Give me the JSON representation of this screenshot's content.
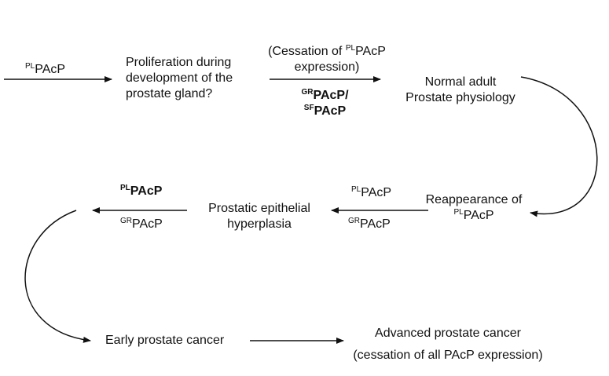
{
  "nodes": {
    "plpacp_start": {
      "sup": "PL",
      "text": "PAcP"
    },
    "proliferation": [
      "Proliferation during",
      "development of the",
      "prostate gland?"
    ],
    "cessation": {
      "line1_prefix": "(Cessation of ",
      "line1_sup": "PL",
      "line1_text": "PAcP",
      "line2": "expression)"
    },
    "gr_sf": {
      "line1_sup": "GR",
      "line1_text": "PAcP/",
      "line2_sup": "SF",
      "line2_text": "PAcP"
    },
    "normal_adult": [
      "Normal adult",
      "Prostate physiology"
    ],
    "reappearance": {
      "line1": "Reappearance of",
      "line2_sup": "PL",
      "line2_text": "PAcP"
    },
    "mid_top": {
      "sup": "PL",
      "text": "PAcP"
    },
    "mid_bottom": {
      "sup": "GR",
      "text": "PAcP"
    },
    "hyperplasia": [
      "Prostatic epithelial",
      "hyperplasia"
    ],
    "left_top": {
      "sup": "PL",
      "text": "PAcP"
    },
    "left_bottom": {
      "sup": "GR",
      "text": "PAcP"
    },
    "early_cancer": "Early prostate cancer",
    "advanced_cancer": [
      "Advanced prostate cancer",
      "(cessation of all PAcP expression)"
    ]
  }
}
